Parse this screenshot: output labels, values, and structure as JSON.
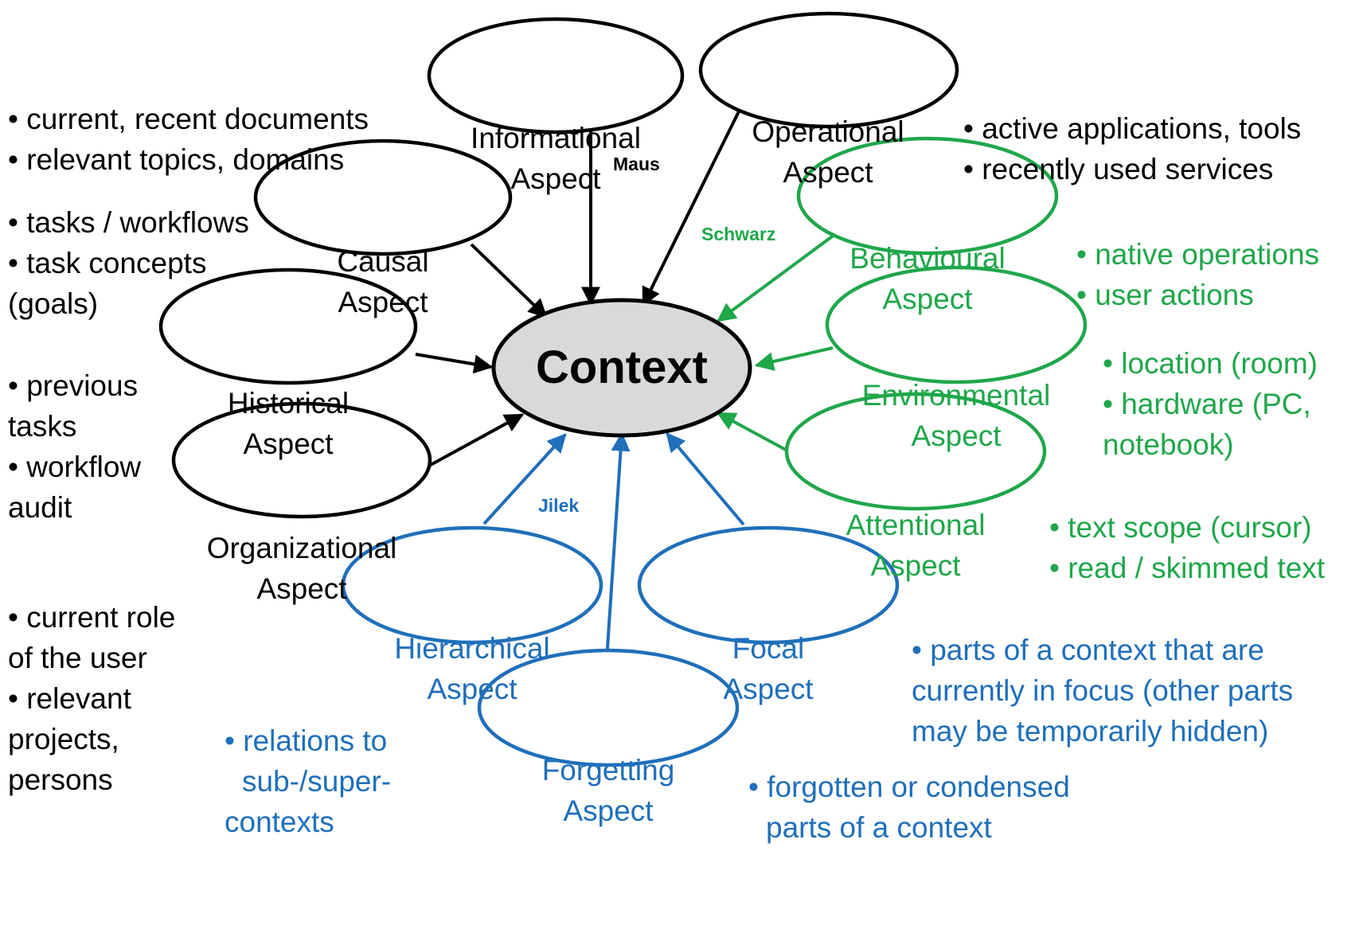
{
  "colors": {
    "black": "#000000",
    "green": "#1fa74a",
    "blue": "#1f6fba",
    "center_fill": "#d9d9d9"
  },
  "center": {
    "label": "Context"
  },
  "aspects": {
    "informational": [
      "Informational",
      "Aspect"
    ],
    "operational": [
      "Operational",
      "Aspect"
    ],
    "causal": [
      "Causal",
      "Aspect"
    ],
    "historical": [
      "Historical",
      "Aspect"
    ],
    "organizational": [
      "Organizational",
      "Aspect"
    ],
    "behavioural": [
      "Behavioural",
      "Aspect"
    ],
    "environmental": [
      "Environmental",
      "Aspect"
    ],
    "attentional": [
      "Attentional",
      "Aspect"
    ],
    "hierarchical": [
      "Hierarchical",
      "Aspect"
    ],
    "focal": [
      "Focal",
      "Aspect"
    ],
    "forgetting": [
      "Forgetting",
      "Aspect"
    ]
  },
  "authors": {
    "maus": "Maus",
    "schwarz": "Schwarz",
    "jilek": "Jilek"
  },
  "notes": {
    "informational": [
      "• current, recent documents",
      "• relevant topics, domains"
    ],
    "operational": [
      "• active applications, tools",
      "• recently used services"
    ],
    "causal": [
      "• tasks / workflows",
      "• task concepts",
      "(goals)"
    ],
    "historical": [
      "• previous",
      "tasks",
      "• workflow",
      "audit"
    ],
    "organizational": [
      "• current role",
      "of the user",
      "• relevant",
      "projects,",
      "persons"
    ],
    "behavioural": [
      "• native operations",
      "• user actions"
    ],
    "environmental": [
      "• location (room)",
      "• hardware (PC,",
      "notebook)"
    ],
    "attentional": [
      "• text scope (cursor)",
      "• read / skimmed text"
    ],
    "hierarchical": [
      "• relations to",
      "sub-/super-",
      "contexts"
    ],
    "focal": [
      "• parts of a context that are",
      "currently in focus (other parts",
      "may be temporarily hidden)"
    ],
    "forgetting": [
      "• forgotten or condensed",
      "parts of a context"
    ]
  }
}
